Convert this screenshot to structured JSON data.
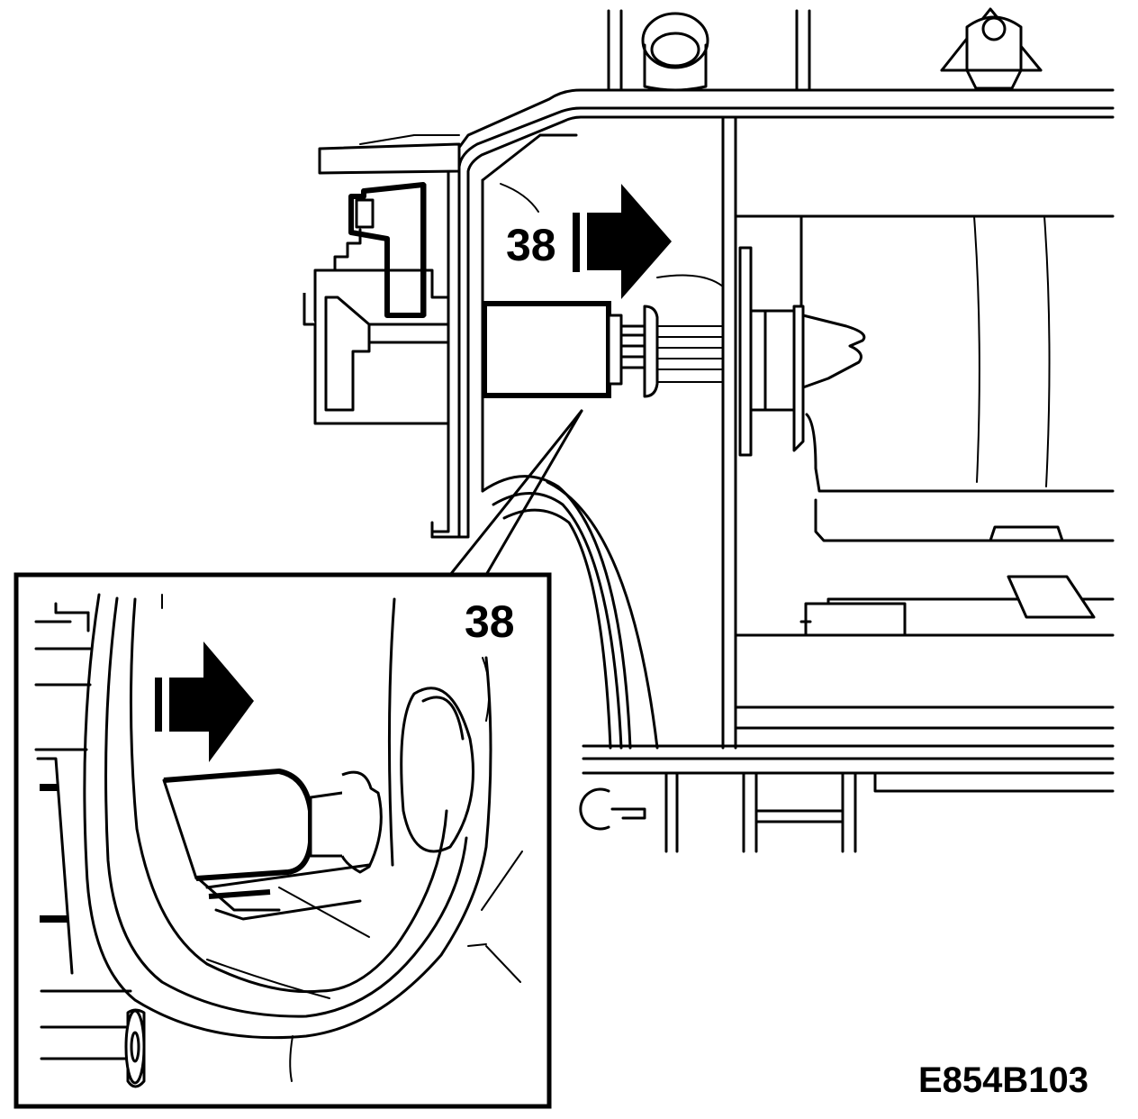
{
  "callouts": {
    "main_label": "38",
    "inset_label": "38"
  },
  "figure_code": "E854B103",
  "icons": {
    "main_arrow": "direction-arrow-right-icon",
    "inset_arrow": "direction-arrow-right-icon"
  }
}
